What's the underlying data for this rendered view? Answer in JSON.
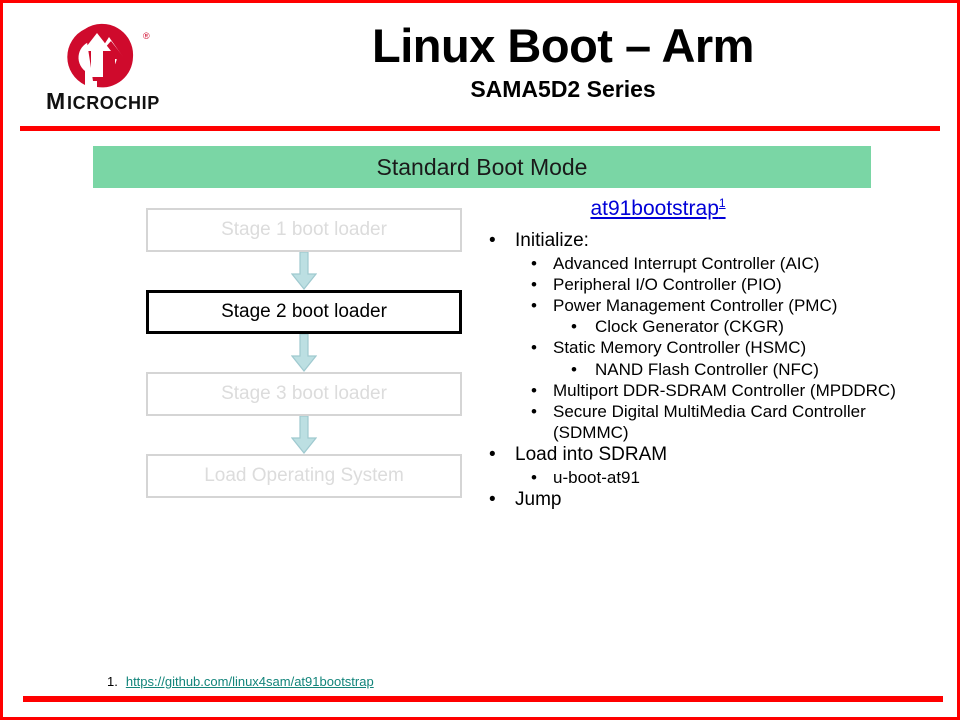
{
  "slide": {
    "title": "Linux Boot – Arm",
    "subtitle": "SAMA5D2 Series",
    "accent_red": "#ff0000",
    "banner_green": "#7ad6a5",
    "link_blue": "#0000d8",
    "footnote_teal": "#12847a"
  },
  "logo": {
    "brand": "MICROCHIP",
    "registered_mark": "®"
  },
  "banner": {
    "label": "Standard Boot Mode"
  },
  "flow": {
    "boxes": [
      {
        "label": "Stage 1 boot loader",
        "state": "dim"
      },
      {
        "label": "Stage 2 boot loader",
        "state": "active"
      },
      {
        "label": "Stage 3 boot loader",
        "state": "dim"
      },
      {
        "label": "Load Operating System",
        "state": "dim"
      }
    ],
    "arrow_fill": "#bcdfe2",
    "arrow_stroke": "#9fc9cf"
  },
  "detail": {
    "link_label": "at91bootstrap",
    "link_superscript": "1",
    "bullets": [
      {
        "level": 1,
        "text": "Initialize:"
      },
      {
        "level": 2,
        "text": "Advanced Interrupt Controller (AIC)"
      },
      {
        "level": 2,
        "text": "Peripheral I/O Controller (PIO)"
      },
      {
        "level": 2,
        "text": "Power Management Controller (PMC)"
      },
      {
        "level": 3,
        "text": "Clock Generator (CKGR)"
      },
      {
        "level": 2,
        "text": "Static Memory Controller (HSMC)"
      },
      {
        "level": 3,
        "text": "NAND Flash Controller (NFC)"
      },
      {
        "level": 2,
        "text": "Multiport DDR-SDRAM Controller (MPDDRC)"
      },
      {
        "level": 2,
        "text": "Secure Digital MultiMedia Card Controller (SDMMC)"
      },
      {
        "level": 1,
        "text": "Load into SDRAM"
      },
      {
        "level": 2,
        "text": "u-boot-at91"
      },
      {
        "level": 1,
        "text": "Jump"
      }
    ]
  },
  "footnote": {
    "number": "1.",
    "url": "https://github.com/linux4sam/at91bootstrap"
  }
}
